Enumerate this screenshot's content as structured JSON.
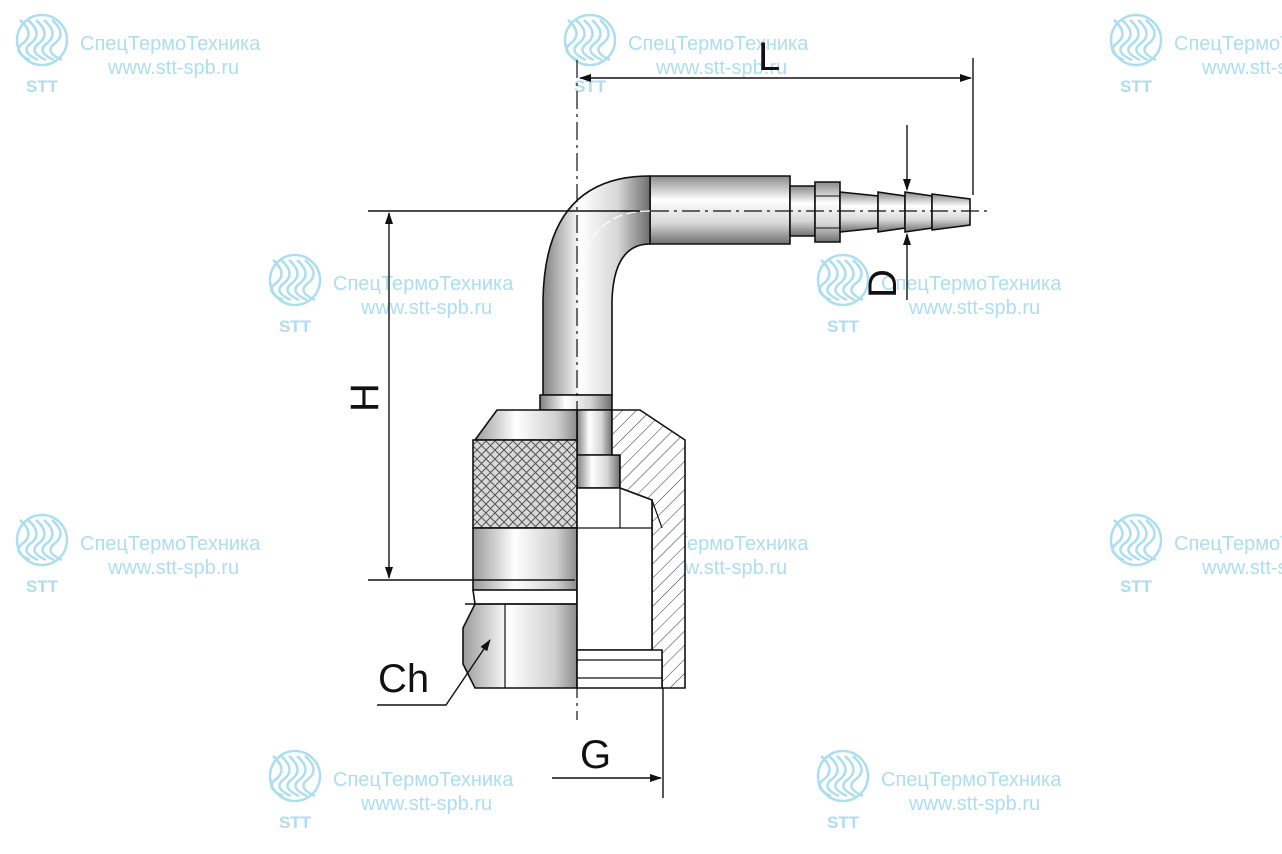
{
  "watermark": {
    "company": "СпецТермоТехника",
    "url": "www.stt-spb.ru",
    "logo_text": "STT",
    "color": "#9ed8ee"
  },
  "dimensions": {
    "L": "L",
    "D": "D",
    "H": "H",
    "Ch": "Ch",
    "G": "G"
  },
  "colors": {
    "line": "#111111",
    "metal_light": "#f4f4f4",
    "metal_mid": "#c8c8c8",
    "metal_dark": "#7a7a7a"
  }
}
